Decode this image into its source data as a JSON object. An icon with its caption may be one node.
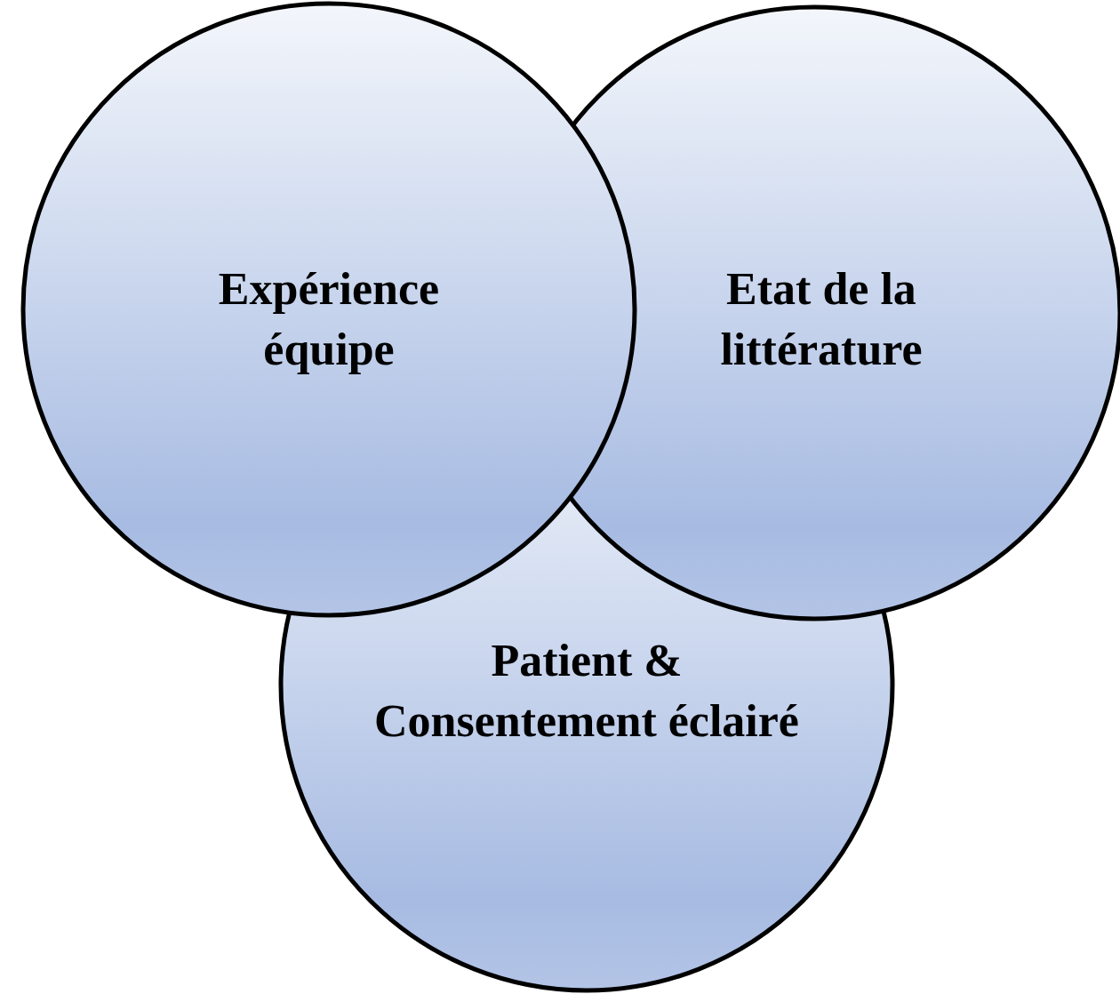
{
  "diagram": {
    "nodes": [
      {
        "text": [
          "Expérience équipe"
        ]
      },
      {
        "text": [
          "Etat de la littérature"
        ]
      },
      {
        "text": [
          "Patient & Consentement éclairé"
        ]
      }
    ]
  }
}
